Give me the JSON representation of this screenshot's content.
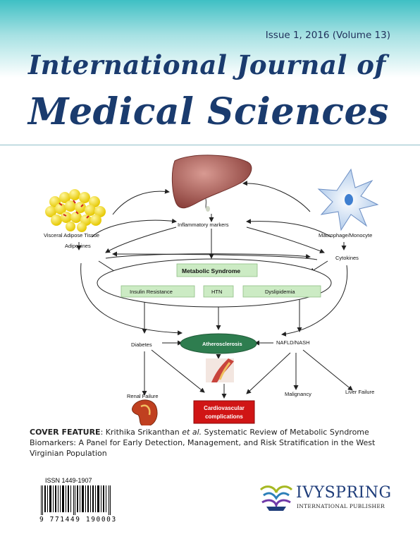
{
  "issue": "Issue 1, 2016 (Volume 13)",
  "title_line1": "International Journal of",
  "title_line2": "Medical Sciences",
  "diagram": {
    "visceral": "Visceral Adipose Tissue",
    "adipokines": "Adipokines",
    "inflammatory": "Inflammatory markers",
    "macrophage": "Macrophage/Monocyte",
    "cytokines": "Cytokines",
    "metabolic": "Metabolic Syndrome",
    "insulin": "Insulin Resistance",
    "htn": "HTN",
    "dyslip": "Dyslipidemia",
    "diabetes": "Diabetes",
    "athero": "Atherosclerosis",
    "nafld": "NAFLD/NASH",
    "renal": "Renal Failure",
    "malignancy": "Malignancy",
    "liver": "Liver Failure",
    "cv1": "Cardiovascular",
    "cv2": "complications"
  },
  "feature": {
    "label": "COVER FEATURE",
    "author": "Krithika Srikanthan",
    "etal": "et al.",
    "text": "Systematic Review of Metabolic Syndrome Biomarkers: A Panel for Early Detection, Management, and Risk Stratification in the West Virginian Population"
  },
  "issn": "ISSN 1449-1907",
  "barcode_number": "9 771449 190003",
  "publisher_name": "IVYSPRING",
  "publisher_sub": "INTERNATIONAL PUBLISHER",
  "colors": {
    "title": "#1a3b6e",
    "teal": "#3fc0c4",
    "ellipse": "#2e7d4f",
    "box_green": "#ccebc4",
    "cv_red": "#d01515"
  }
}
